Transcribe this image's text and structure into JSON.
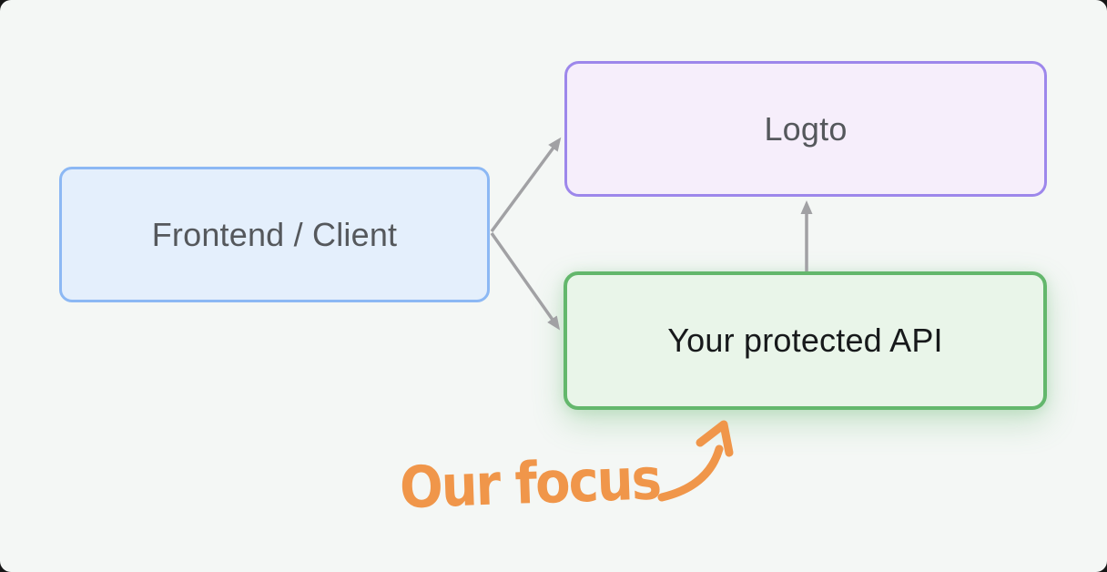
{
  "diagram": {
    "boxes": {
      "frontend": {
        "label": "Frontend / Client"
      },
      "logto": {
        "label": "Logto"
      },
      "protected_api": {
        "label": "Your protected API"
      }
    },
    "connectors": [
      {
        "from": "frontend-client",
        "to": "logto",
        "style": "gray-arrow"
      },
      {
        "from": "frontend-client",
        "to": "protected-api",
        "style": "gray-arrow"
      },
      {
        "from": "protected-api",
        "to": "logto",
        "style": "gray-arrow"
      }
    ],
    "annotation": {
      "label": "Our focus",
      "points_to": "protected-api",
      "style": "handwritten-orange-arrow"
    }
  },
  "colors": {
    "bg": "#f4f7f5",
    "box_blue_fill": "#e4effc",
    "box_blue_border": "#8cb8f4",
    "box_purple_fill": "#f6eefb",
    "box_purple_border": "#9d87eb",
    "box_green_fill": "#e9f5e9",
    "box_green_border": "#63b76c",
    "label_gray": "#55585c",
    "label_dark": "#17191b",
    "arrow_gray": "#a1a1a4",
    "accent_orange": "#f0964a"
  }
}
